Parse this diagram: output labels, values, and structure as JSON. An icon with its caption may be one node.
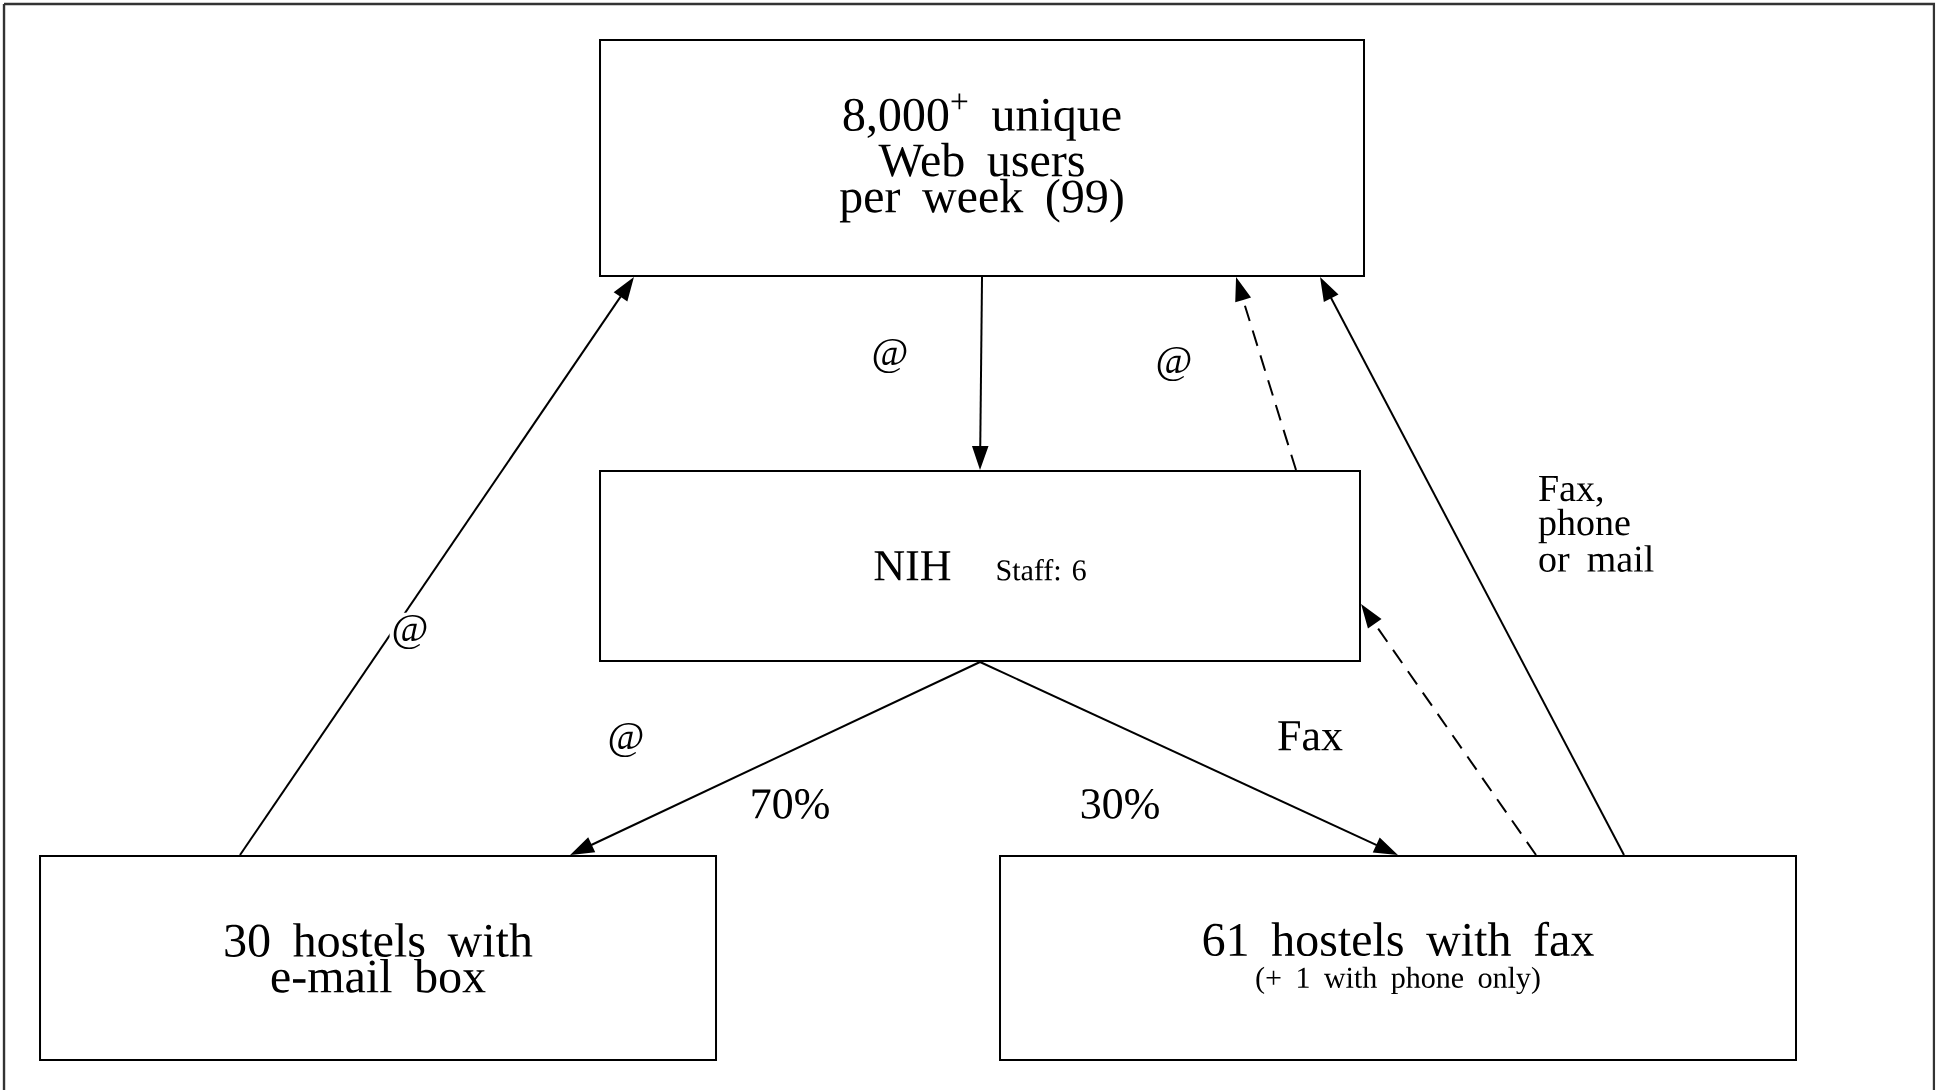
{
  "diagram": {
    "nodes": [
      {
        "text": [
          "8,000$^{+}$ unique Web users per week (99)"
        ]
      },
      {
        "text": [
          "NIH",
          "Staff: 6"
        ]
      },
      {
        "text": [
          "30 hostels with e-mail box"
        ]
      },
      {
        "text": [
          "61 hostels with fax",
          "(+ 1 with phone only)"
        ]
      }
    ],
    "edges": [
      {
        "from": 0,
        "to": 1,
        "arrow": "to",
        "label": "@"
      },
      {
        "from": 1,
        "to": 2,
        "arrow": "to",
        "label": "@"
      },
      {
        "from": 1,
        "to": 3,
        "arrow": "to",
        "label": "Fax"
      },
      {
        "from": 2,
        "to": 0,
        "arrow": "to",
        "label": "@"
      },
      {
        "from": 3,
        "to": 1,
        "arrow": "to",
        "style": "dashed"
      },
      {
        "from": 1,
        "to": 0,
        "arrow": "to",
        "style": "dashed",
        "label": "@"
      },
      {
        "from": 3,
        "to": 0,
        "arrow": "to",
        "label": "Fax, phone or mail"
      }
    ],
    "labels": [
      "70%",
      "30%"
    ]
  }
}
